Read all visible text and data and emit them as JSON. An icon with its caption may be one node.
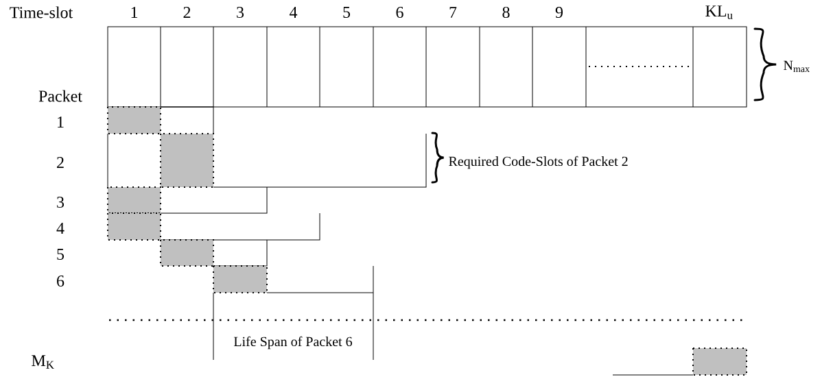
{
  "diagram": {
    "labels": [
      "Time-slot",
      "1",
      "2",
      "3",
      "4",
      "5",
      "6",
      "7",
      "8",
      "9",
      "KL$_{u}$",
      "N$_{max}$",
      "Packet",
      "1",
      "2",
      "3",
      "4",
      "5",
      "6",
      "Required Code-Slots of Packet 2",
      "Life Span of Packet 6",
      "M$_{K}$"
    ]
  }
}
